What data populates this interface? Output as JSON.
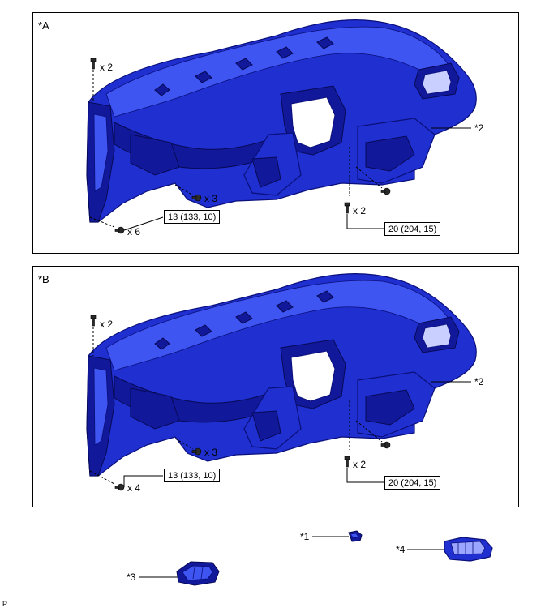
{
  "panels": [
    {
      "label": "*A",
      "ref_part": "*2",
      "upper_bolt_qty": "x 2",
      "mid_bolt_qty": "x 3",
      "lower_bolt_qty": "x 6",
      "right_bolt_qty": "x 2",
      "torque_left": "13 (133, 10)",
      "torque_right": "20 (204, 15)"
    },
    {
      "label": "*B",
      "ref_part": "*2",
      "upper_bolt_qty": "x 2",
      "mid_bolt_qty": "x 3",
      "lower_bolt_qty": "x 4",
      "right_bolt_qty": "x 2",
      "torque_left": "13 (133, 10)",
      "torque_right": "20 (204, 15)"
    }
  ],
  "parts": {
    "part1": "*1",
    "part3": "*3",
    "part4": "*4"
  },
  "corner_code": "P",
  "colors": {
    "part_blue": "#1f2fd0",
    "part_dark": "#12189a",
    "part_light": "#3e55f2"
  }
}
